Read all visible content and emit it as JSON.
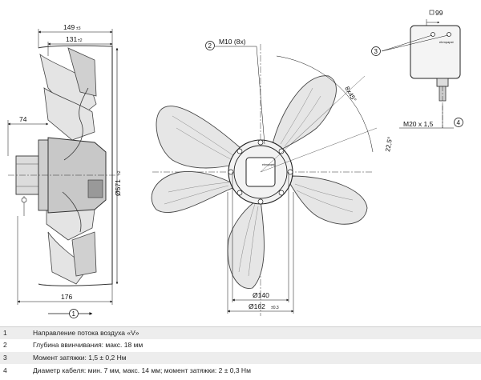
{
  "side_view": {
    "dim_149": "149",
    "dim_149_tol": "±3",
    "dim_131": "131",
    "dim_131_tol": "±2",
    "dim_74": "74",
    "dim_176": "176",
    "dim_diameter": "Ø571",
    "dim_diameter_tol": "±2",
    "callout_1": "1"
  },
  "front_view": {
    "callout_2": "2",
    "thread_label": "M10 (8x)",
    "angle_1": "8x45°",
    "angle_2": "22,5°",
    "dim_140": "Ø140",
    "dim_162": "Ø162",
    "dim_162_tol": "±0.3"
  },
  "terminal_box": {
    "dim_99": "99",
    "callout_3": "3",
    "gland_label": "M20 x 1,5",
    "callout_4": "4",
    "brand": "ebmpapst"
  },
  "legend": [
    {
      "num": "1",
      "text": "Направление потока воздуха «V»"
    },
    {
      "num": "2",
      "text": "Глубина ввинчивания: макс. 18 мм"
    },
    {
      "num": "3",
      "text": "Момент затяжки: 1,5 ± 0,2 Нм"
    },
    {
      "num": "4",
      "text": "Диаметр кабеля: мин. 7 мм, макс. 14 мм; момент затяжки: 2 ± 0,3 Нм"
    }
  ]
}
